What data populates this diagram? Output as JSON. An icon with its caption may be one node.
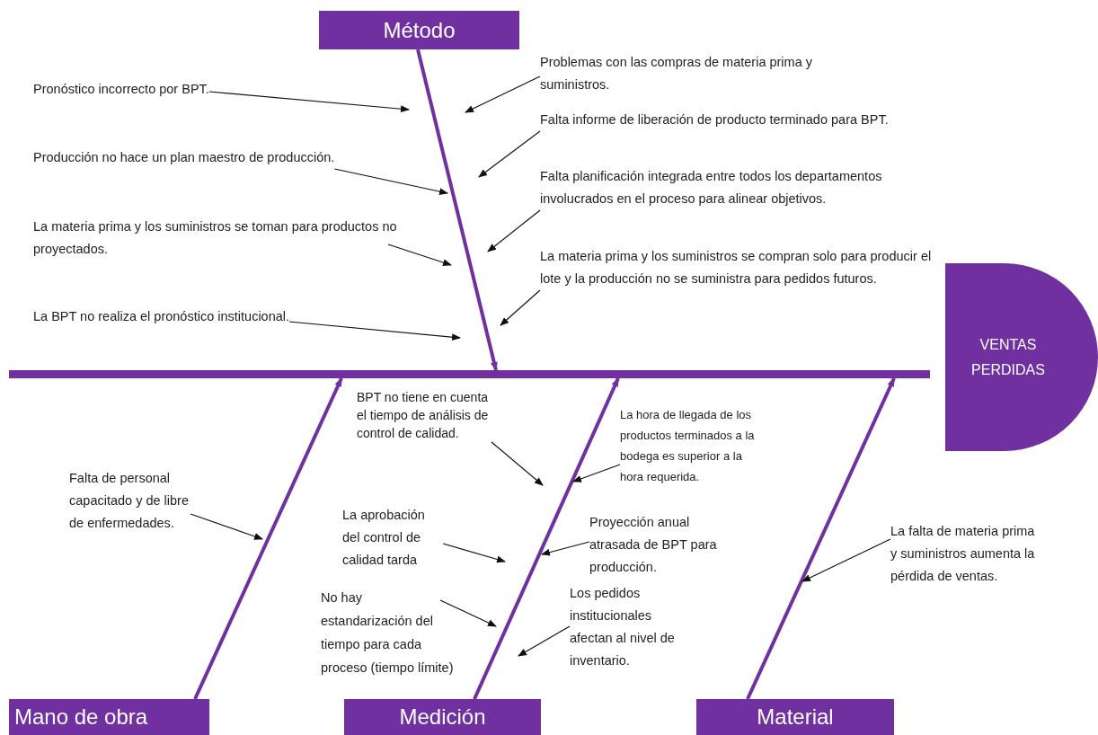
{
  "diagram": {
    "nodes": [
      {
        "text": [
          "Método"
        ]
      },
      {
        "text": [
          "Pronóstico incorrecto por BPT."
        ]
      },
      {
        "text": [
          "Problemas con las compras de materia prima y suministros."
        ]
      },
      {
        "text": [
          "Falta informe de liberación de producto terminado para BPT."
        ]
      },
      {
        "text": [
          "Producción no hace un plan maestro de producción."
        ]
      },
      {
        "text": [
          "Falta planificación integrada entre todos los departamentos involucrados en el proceso para alinear objetivos."
        ]
      },
      {
        "text": [
          "La materia prima y los suministros se toman para productos no proyectados."
        ]
      },
      {
        "text": [
          "La materia prima y los suministros se compran solo para producir el lote y la producción no se suministra para pedidos futuros."
        ]
      },
      {
        "text": [
          "La BPT no realiza el pronóstico institucional."
        ]
      },
      {
        "text": [],
        "shape": "bar"
      },
      {
        "text": [
          "VENTAS PERDIDAS"
        ]
      },
      {
        "text": [
          "BPT no tiene en cuenta el tiempo de análisis de control de calidad."
        ]
      },
      {
        "text": [
          "La hora de llegada de los productos terminados a la bodega es superior a la hora requerida."
        ]
      },
      {
        "text": [
          "Falta de personal capacitado y de libre de enfermedades."
        ]
      },
      {
        "text": [
          "La aprobación del control de calidad tarda"
        ]
      },
      {
        "text": [
          "Proyección anual atrasada de BPT para producción."
        ]
      },
      {
        "text": [
          "La falta de materia prima y suministros aumenta la pérdida de ventas."
        ]
      },
      {
        "text": [
          "No hay estandarización del tiempo para cada proceso (tiempo límite)"
        ]
      },
      {
        "text": [
          "Los pedidos institucionales afectan al nivel de inventario."
        ]
      },
      {
        "text": [
          "Mano de obra"
        ]
      },
      {
        "text": [
          "Medición"
        ]
      },
      {
        "text": [
          "Material"
        ]
      }
    ],
    "edges": [
      {
        "from": 0,
        "to": 9,
        "arrow": "to",
        "style": "thick",
        "color": "#7030a0"
      },
      {
        "from": 19,
        "to": 9,
        "arrow": "to",
        "style": "thick",
        "color": "#7030a0"
      },
      {
        "from": 20,
        "to": 9,
        "arrow": "to",
        "style": "thick",
        "color": "#7030a0"
      },
      {
        "from": 21,
        "to": 9,
        "arrow": "to",
        "style": "thick",
        "color": "#7030a0"
      },
      {
        "from": 1,
        "to": null,
        "arrow": "to"
      },
      {
        "from": 2,
        "to": null,
        "arrow": "to"
      },
      {
        "from": 3,
        "to": null,
        "arrow": "to"
      },
      {
        "from": 4,
        "to": null,
        "arrow": "to"
      },
      {
        "from": 5,
        "to": null,
        "arrow": "to"
      },
      {
        "from": 6,
        "to": null,
        "arrow": "to"
      },
      {
        "from": 7,
        "to": null,
        "arrow": "to"
      },
      {
        "from": 8,
        "to": null,
        "arrow": "to"
      },
      {
        "from": 11,
        "to": null,
        "arrow": "to"
      },
      {
        "from": 12,
        "to": null,
        "arrow": "to"
      },
      {
        "from": 13,
        "to": null,
        "arrow": "to"
      },
      {
        "from": 14,
        "to": null,
        "arrow": "to"
      },
      {
        "from": 15,
        "to": null,
        "arrow": "to"
      },
      {
        "from": 16,
        "to": null,
        "arrow": "to"
      },
      {
        "from": 17,
        "to": null,
        "arrow": "to"
      },
      {
        "from": 18,
        "to": null,
        "arrow": "to"
      }
    ]
  }
}
